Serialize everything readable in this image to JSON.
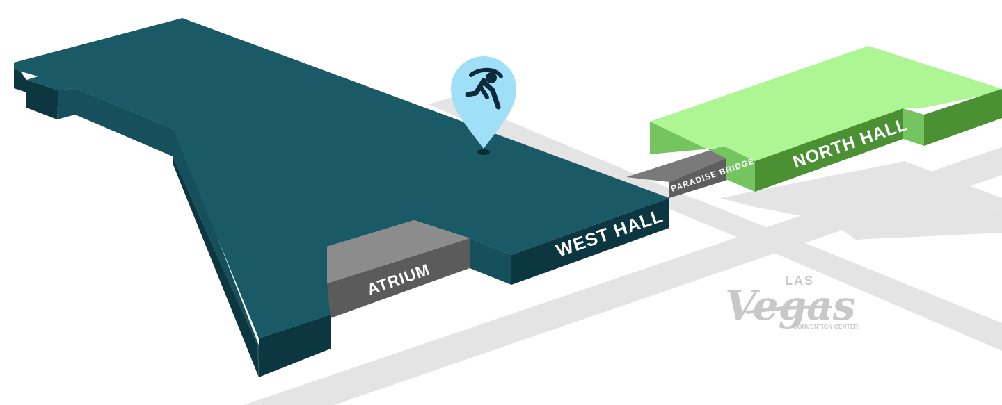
{
  "labels": {
    "west_hall": "WEST HALL",
    "atrium": "ATRIUM",
    "paradise_bridge": "PARADISE BRIDGE",
    "north_hall": "NORTH HALL"
  },
  "logo": {
    "top": "LAS",
    "main": "Vegas",
    "sub": "CONVENTION CENTER"
  },
  "marker": {
    "icon": "runner-icon"
  },
  "colors": {
    "west_hall_top": "#1a5966",
    "west_hall_side": "#0c3640",
    "west_hall_side_front": "#16505c",
    "north_hall_top": "#aef593",
    "north_hall_side_light": "#74c460",
    "north_hall_side_dark": "#4b9134",
    "atrium_top": "#8c8c8c",
    "atrium_front": "#5b5b5b",
    "bridge": "#5e5e5e",
    "road": "#e4e4e4",
    "pin": "#9fdff7",
    "logo": "#c8c8c8"
  }
}
